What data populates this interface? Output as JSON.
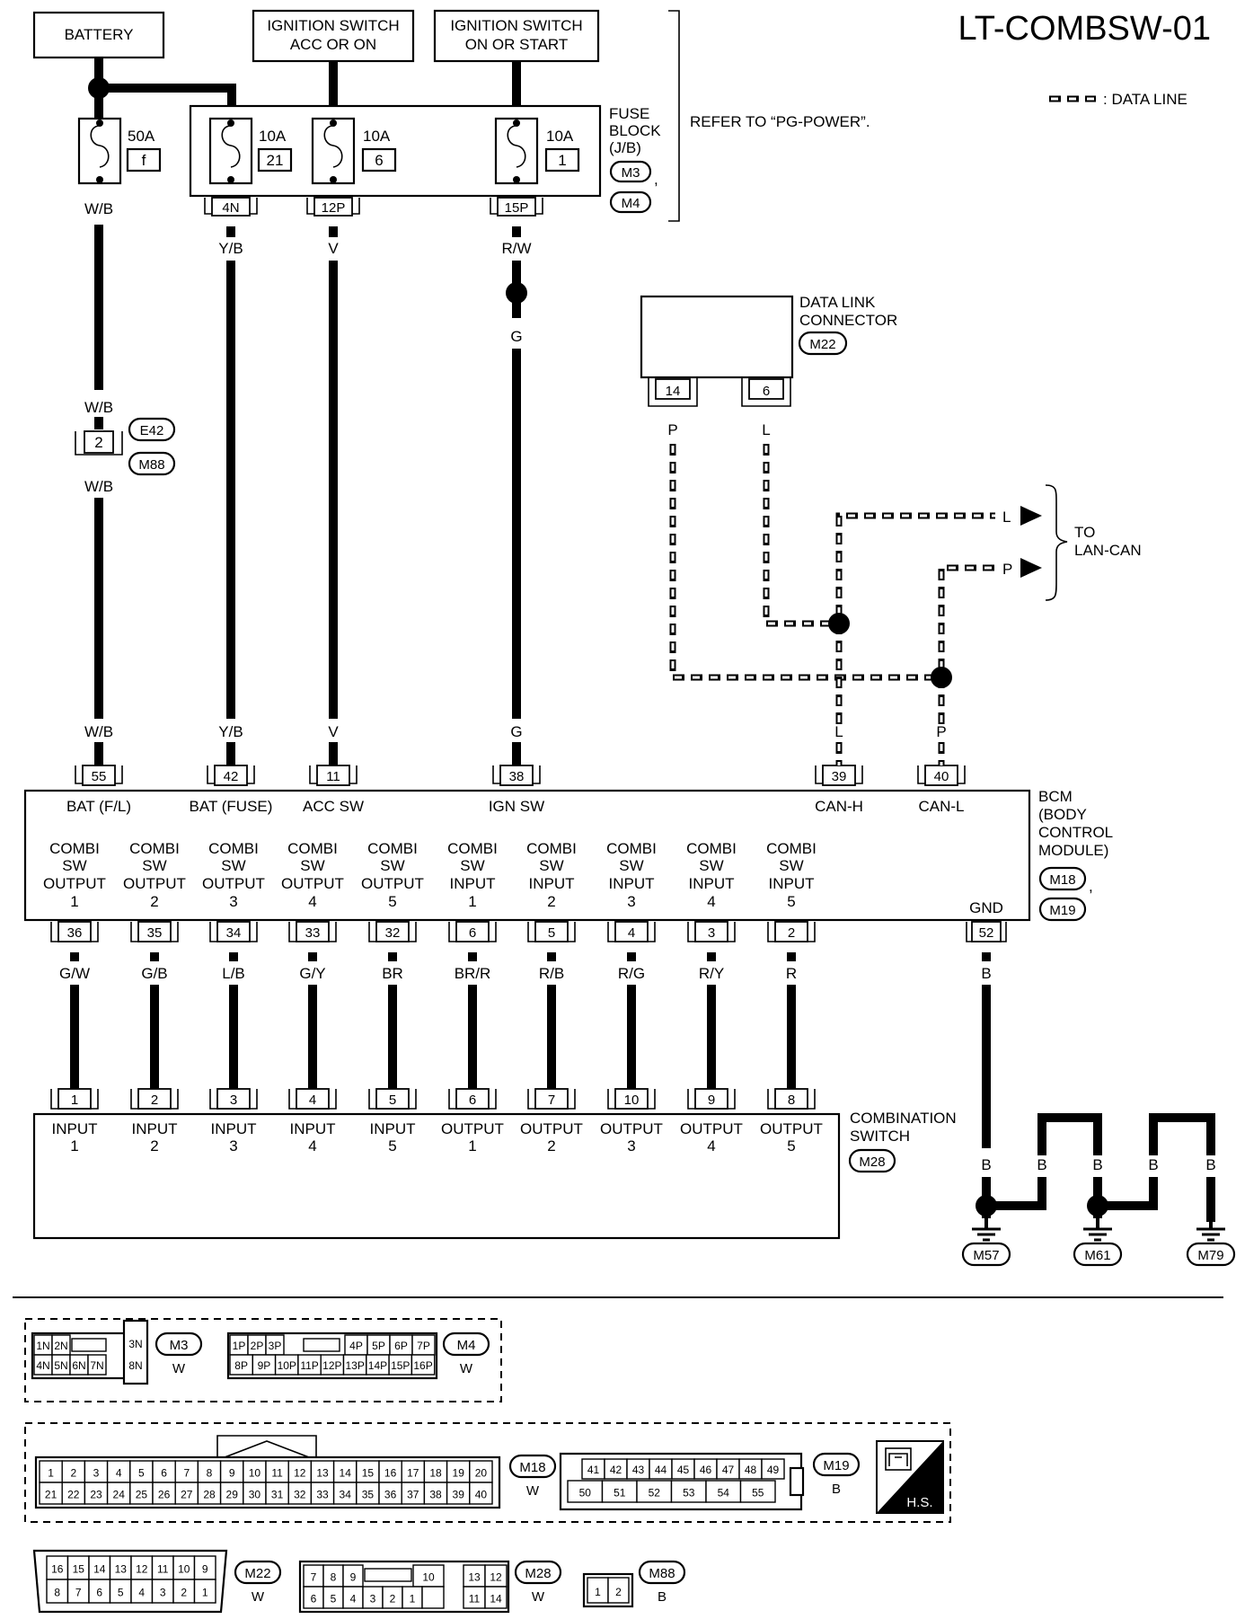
{
  "title": "LT-COMBSW-01",
  "legend": {
    "label": ": DATA LINE"
  },
  "power": {
    "battery": "BATTERY",
    "ign_acc_1": "IGNITION SWITCH",
    "ign_acc_2": "ACC OR ON",
    "ign_on_1": "IGNITION SWITCH",
    "ign_on_2": "ON OR START"
  },
  "fuses": {
    "f50": {
      "amp": "50A",
      "num": "f"
    },
    "f21": {
      "amp": "10A",
      "num": "21"
    },
    "f6": {
      "amp": "10A",
      "num": "6"
    },
    "f1": {
      "amp": "10A",
      "num": "1"
    }
  },
  "fuse_block": {
    "l1": "FUSE",
    "l2": "BLOCK",
    "l3": "(J/B)",
    "c1": "M3",
    "c2": "M4",
    "refer": "REFER TO “PG-POWER”."
  },
  "fuse_pins": {
    "p1": "4N",
    "p2": "12P",
    "p3": "15P"
  },
  "wires": {
    "wb": "W/B",
    "yb": "Y/B",
    "v": "V",
    "rw": "R/W",
    "g": "G",
    "p": "P",
    "l": "L",
    "b": "B",
    "c1": "G/W",
    "c2": "G/B",
    "c3": "L/B",
    "c4": "G/Y",
    "c5": "BR",
    "c6": "BR/R",
    "c7": "R/B",
    "c8": "R/G",
    "c9": "R/Y",
    "c10": "R"
  },
  "joint": {
    "pin": "2",
    "c1": "E42",
    "c2": "M88"
  },
  "dlc": {
    "l1": "DATA LINK",
    "l2": "CONNECTOR",
    "conn": "M22",
    "pin_p": "14",
    "pin_l": "6"
  },
  "lan": {
    "to": "TO",
    "name": "LAN-CAN",
    "l": "L",
    "p": "P"
  },
  "bcm": {
    "name1": "BCM",
    "name2": "(BODY",
    "name3": "CONTROL",
    "name4": "MODULE)",
    "c1": "M18",
    "c2": "M19",
    "top_pins": [
      "55",
      "42",
      "11",
      "38",
      "39",
      "40"
    ],
    "top_labels": [
      "BAT (F/L)",
      "BAT (FUSE)",
      "ACC SW",
      "IGN SW",
      "CAN-H",
      "CAN-L"
    ],
    "bottom_pins": [
      "36",
      "35",
      "34",
      "33",
      "32",
      "6",
      "5",
      "4",
      "3",
      "2"
    ],
    "combi_1": "COMBI",
    "combi_2": "SW",
    "output_word": "OUTPUT",
    "input_word": "INPUT",
    "nums": [
      "1",
      "2",
      "3",
      "4",
      "5",
      "1",
      "2",
      "3",
      "4",
      "5"
    ],
    "gnd": "GND",
    "gnd_pin": "52"
  },
  "combination_switch": {
    "name1": "COMBINATION",
    "name2": "SWITCH",
    "conn": "M28",
    "pins": [
      "1",
      "2",
      "3",
      "4",
      "5",
      "6",
      "7",
      "10",
      "9",
      "8"
    ],
    "labels": [
      "INPUT",
      "INPUT",
      "INPUT",
      "INPUT",
      "INPUT",
      "OUTPUT",
      "OUTPUT",
      "OUTPUT",
      "OUTPUT",
      "OUTPUT"
    ],
    "nums": [
      "1",
      "2",
      "3",
      "4",
      "5",
      "1",
      "2",
      "3",
      "4",
      "5"
    ]
  },
  "grounds": [
    "M57",
    "M61",
    "M79"
  ],
  "connectors": {
    "m3": {
      "id": "M3",
      "color": "W",
      "row1": [
        "1N",
        "2N",
        "",
        "3N"
      ],
      "row2": [
        "4N",
        "5N",
        "6N",
        "7N",
        "8N"
      ]
    },
    "m4": {
      "id": "M4",
      "color": "W",
      "row1": [
        "1P",
        "2P",
        "3P",
        "",
        "4P",
        "5P",
        "6P",
        "7P"
      ],
      "row2": [
        "8P",
        "9P",
        "10P",
        "11P",
        "12P",
        "13P",
        "14P",
        "15P",
        "16P"
      ]
    },
    "m18": {
      "id": "M18",
      "color": "W",
      "row1": [
        "1",
        "2",
        "3",
        "4",
        "5",
        "6",
        "7",
        "8",
        "9",
        "10",
        "11",
        "12",
        "13",
        "14",
        "15",
        "16",
        "17",
        "18",
        "19",
        "20"
      ],
      "row2": [
        "21",
        "22",
        "23",
        "24",
        "25",
        "26",
        "27",
        "28",
        "29",
        "30",
        "31",
        "32",
        "33",
        "34",
        "35",
        "36",
        "37",
        "38",
        "39",
        "40"
      ]
    },
    "m19": {
      "id": "M19",
      "color": "B",
      "row1": [
        "41",
        "42",
        "43",
        "44",
        "45",
        "46",
        "47",
        "48",
        "49"
      ],
      "row2": [
        "50",
        "51",
        "52",
        "53",
        "54",
        "55"
      ]
    },
    "m22": {
      "id": "M22",
      "color": "W",
      "row1": [
        "16",
        "15",
        "14",
        "13",
        "12",
        "11",
        "10",
        "9"
      ],
      "row2": [
        "8",
        "7",
        "6",
        "5",
        "4",
        "3",
        "2",
        "1"
      ]
    },
    "m28": {
      "id": "M28",
      "color": "W",
      "row1": [
        "7",
        "8",
        "9",
        "",
        "10",
        "",
        "13",
        "12"
      ],
      "row2": [
        "6",
        "5",
        "4",
        "3",
        "2",
        "1",
        "",
        "11",
        "14"
      ]
    },
    "m88": {
      "id": "M88",
      "color": "B",
      "row1": [
        "1",
        "2"
      ]
    },
    "hs": "H.S."
  }
}
